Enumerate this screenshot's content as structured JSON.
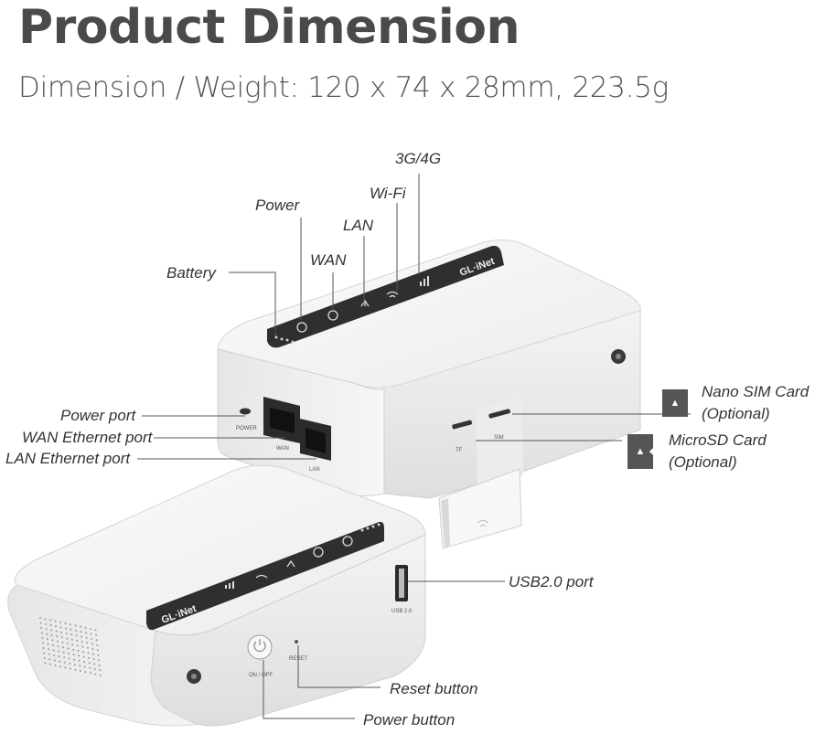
{
  "header": {
    "title": "Product Dimension",
    "subtitle": "Dimension / Weight: 120 x 74 x 28mm, 223.5g"
  },
  "callouts": {
    "status_3g4g": "3G/4G",
    "wifi": "Wi-Fi",
    "power": "Power",
    "lan": "LAN",
    "wan": "WAN",
    "battery": "Battery",
    "power_port": "Power port",
    "wan_port": "WAN Ethernet port",
    "lan_port": "LAN Ethernet port",
    "nano_sim": "Nano SIM Card",
    "nano_sim_optional": "(Optional)",
    "microsd": "MicroSD Card",
    "microsd_optional": "(Optional)",
    "usb": "USB2.0 port",
    "reset": "Reset button",
    "power_button": "Power button"
  },
  "device_text": {
    "brand": "GL·iNet",
    "power_jack": "POWER",
    "wan_jack": "WAN",
    "lan_jack": "LAN",
    "usb_jack": "USB 2.0",
    "on_off": "ON / OFF",
    "reset_hole": "RESET",
    "sim_slot": "SIM",
    "tf_slot": "TF"
  },
  "colors": {
    "body": "#f2f2f2",
    "body_shade": "#dcdcdc",
    "panel": "#2f2f2f",
    "line": "#555555",
    "badge": "#555555"
  }
}
